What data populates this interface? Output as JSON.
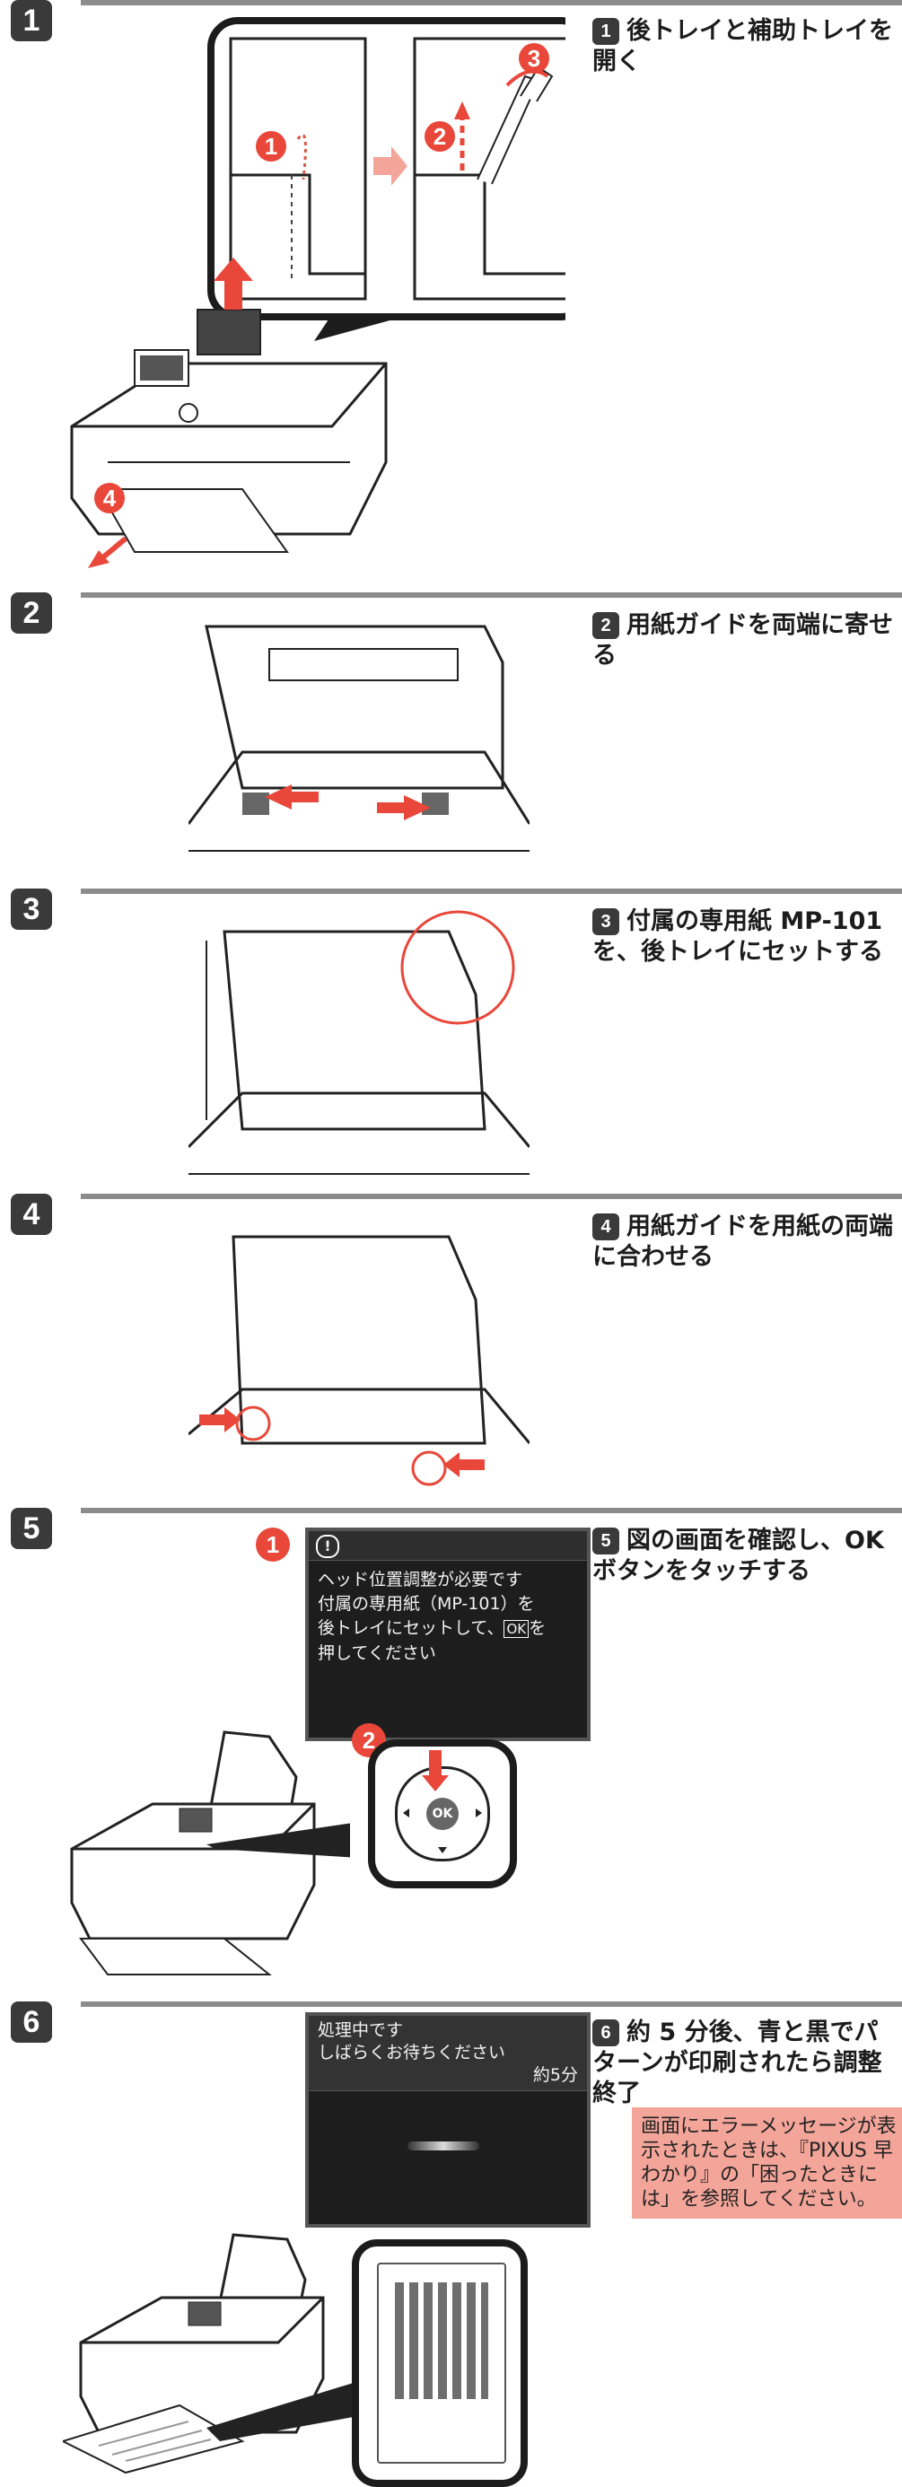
{
  "steps": [
    {
      "num": "1",
      "instruction": "後トレイと補助トレイを開く",
      "badge": "1",
      "callouts": [
        "1",
        "2",
        "3",
        "4"
      ]
    },
    {
      "num": "2",
      "instruction": "用紙ガイドを両端に寄せる",
      "badge": "2"
    },
    {
      "num": "3",
      "instruction": "付属の専用紙 MP-101 を、後トレイにセットする",
      "badge": "3"
    },
    {
      "num": "4",
      "instruction": "用紙ガイドを用紙の両端に合わせる",
      "badge": "4"
    },
    {
      "num": "5",
      "instruction": "図の画面を確認し、OK ボタンをタッチする",
      "badge": "5",
      "callouts": [
        "1",
        "2"
      ],
      "screen": {
        "icon": "!",
        "line1": "ヘッド位置調整が必要です",
        "line2": "付属の専用紙（MP-101）を",
        "line3a": "後トレイにセットして、",
        "ok": "OK",
        "line3b": "を",
        "line4": "押してください"
      },
      "button": "OK"
    },
    {
      "num": "6",
      "instruction": "約 5 分後、青と黒でパターンが印刷されたら調整終了",
      "badge": "6",
      "screen": {
        "line1": "処理中です",
        "line2": "しばらくお待ちください",
        "time": "約5分"
      },
      "note": "画面にエラーメッセージが表示されたときは、『PIXUS 早わかり』の「困ったときには」を参照してください。"
    }
  ],
  "colors": {
    "accent": "#e8473a",
    "step_bg": "#3a3a3a",
    "note_bg": "#f4a59a",
    "rule": "#8c8c8c"
  }
}
